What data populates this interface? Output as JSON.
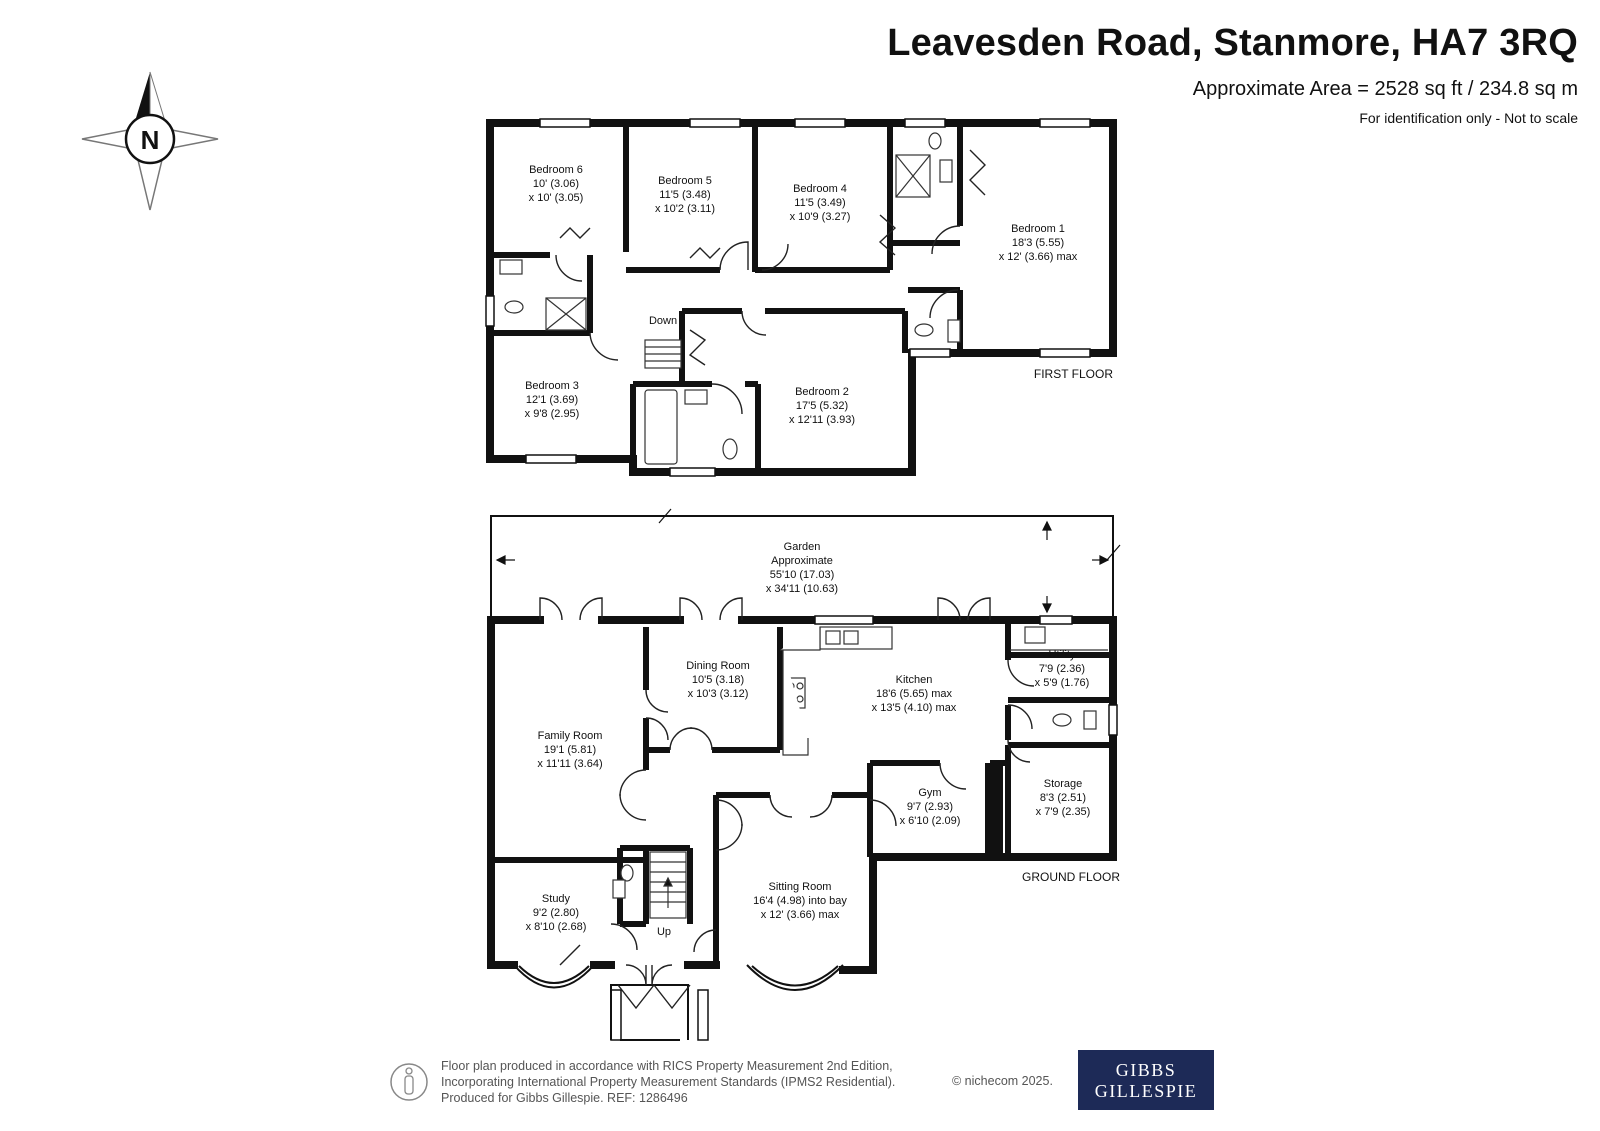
{
  "header": {
    "title": "Leavesden Road, Stanmore, HA7 3RQ",
    "area": "Approximate Area = 2528 sq ft / 234.8 sq m",
    "disclaimer": "For identification only - Not to scale"
  },
  "compass": {
    "label": "N",
    "icon": "compass-icon"
  },
  "first_floor": {
    "label": "FIRST FLOOR",
    "stairs_label": "Down",
    "rooms": [
      {
        "name": "Bedroom 6",
        "dim1": "10' (3.06)",
        "dim2": "x 10' (3.05)"
      },
      {
        "name": "Bedroom 5",
        "dim1": "11'5 (3.48)",
        "dim2": "x 10'2 (3.11)"
      },
      {
        "name": "Bedroom 4",
        "dim1": "11'5 (3.49)",
        "dim2": "x 10'9 (3.27)"
      },
      {
        "name": "Bedroom 1",
        "dim1": "18'3 (5.55)",
        "dim2": "x 12' (3.66) max"
      },
      {
        "name": "Bedroom 3",
        "dim1": "12'1 (3.69)",
        "dim2": "x 9'8 (2.95)"
      },
      {
        "name": "Bedroom 2",
        "dim1": "17'5 (5.32)",
        "dim2": "x 12'11 (3.93)"
      }
    ]
  },
  "ground_floor": {
    "label": "GROUND FLOOR",
    "stairs_label": "Up",
    "garden": {
      "name": "Garden",
      "dim0": "Approximate",
      "dim1": "55'10 (17.03)",
      "dim2": "x 34'11 (10.63)"
    },
    "rooms": [
      {
        "name": "Dining Room",
        "dim1": "10'5 (3.18)",
        "dim2": "x 10'3 (3.12)"
      },
      {
        "name": "Kitchen",
        "dim1": "18'6 (5.65) max",
        "dim2": "x 13'5 (4.10) max"
      },
      {
        "name": "Utility",
        "dim1": "7'9 (2.36)",
        "dim2": "x 5'9 (1.76)"
      },
      {
        "name": "Family Room",
        "dim1": "19'1 (5.81)",
        "dim2": "x 11'11 (3.64)"
      },
      {
        "name": "Gym",
        "dim1": "9'7 (2.93)",
        "dim2": "x 6'10 (2.09)"
      },
      {
        "name": "Storage",
        "dim1": "8'3 (2.51)",
        "dim2": "x 7'9 (2.35)"
      },
      {
        "name": "Study",
        "dim1": "9'2 (2.80)",
        "dim2": "x 8'10 (2.68)"
      },
      {
        "name": "Sitting Room",
        "dim1": "16'4 (4.98) into bay",
        "dim2": "x 12' (3.66) max"
      }
    ]
  },
  "footer": {
    "line1": "Floor plan produced in accordance with RICS Property Measurement 2nd Edition,",
    "line2": "Incorporating International Property Measurement Standards (IPMS2 Residential).",
    "line3": "Produced for Gibbs Gillespie.   REF:  1286496",
    "copyright": "© nichecom 2025.",
    "brand_line1": "GIBBS",
    "brand_line2": "GILLESPIE"
  }
}
